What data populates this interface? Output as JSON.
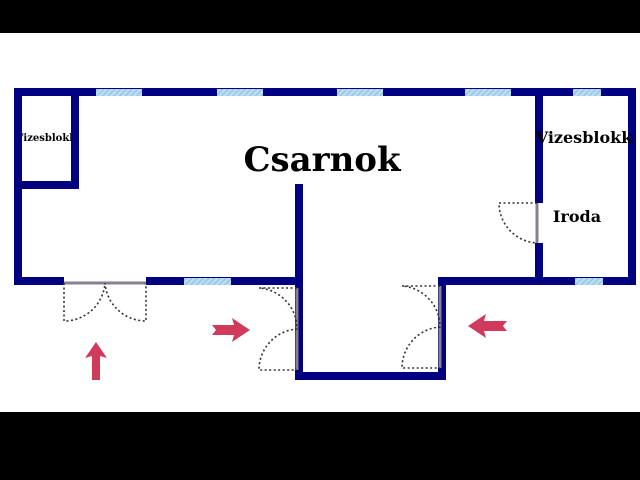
{
  "rooms": {
    "main_hall": "Csarnok",
    "restroom_left": "Vizesblokk",
    "restroom_right": "Vizesblokk",
    "office": "Iroda"
  },
  "colors": {
    "wall": "#000080",
    "window": "#9cc8e8",
    "arrow": "#d03a5c",
    "background": "#ffffff"
  },
  "icons": [
    "entrance-arrow-up",
    "entrance-arrow-right",
    "entrance-arrow-left"
  ]
}
